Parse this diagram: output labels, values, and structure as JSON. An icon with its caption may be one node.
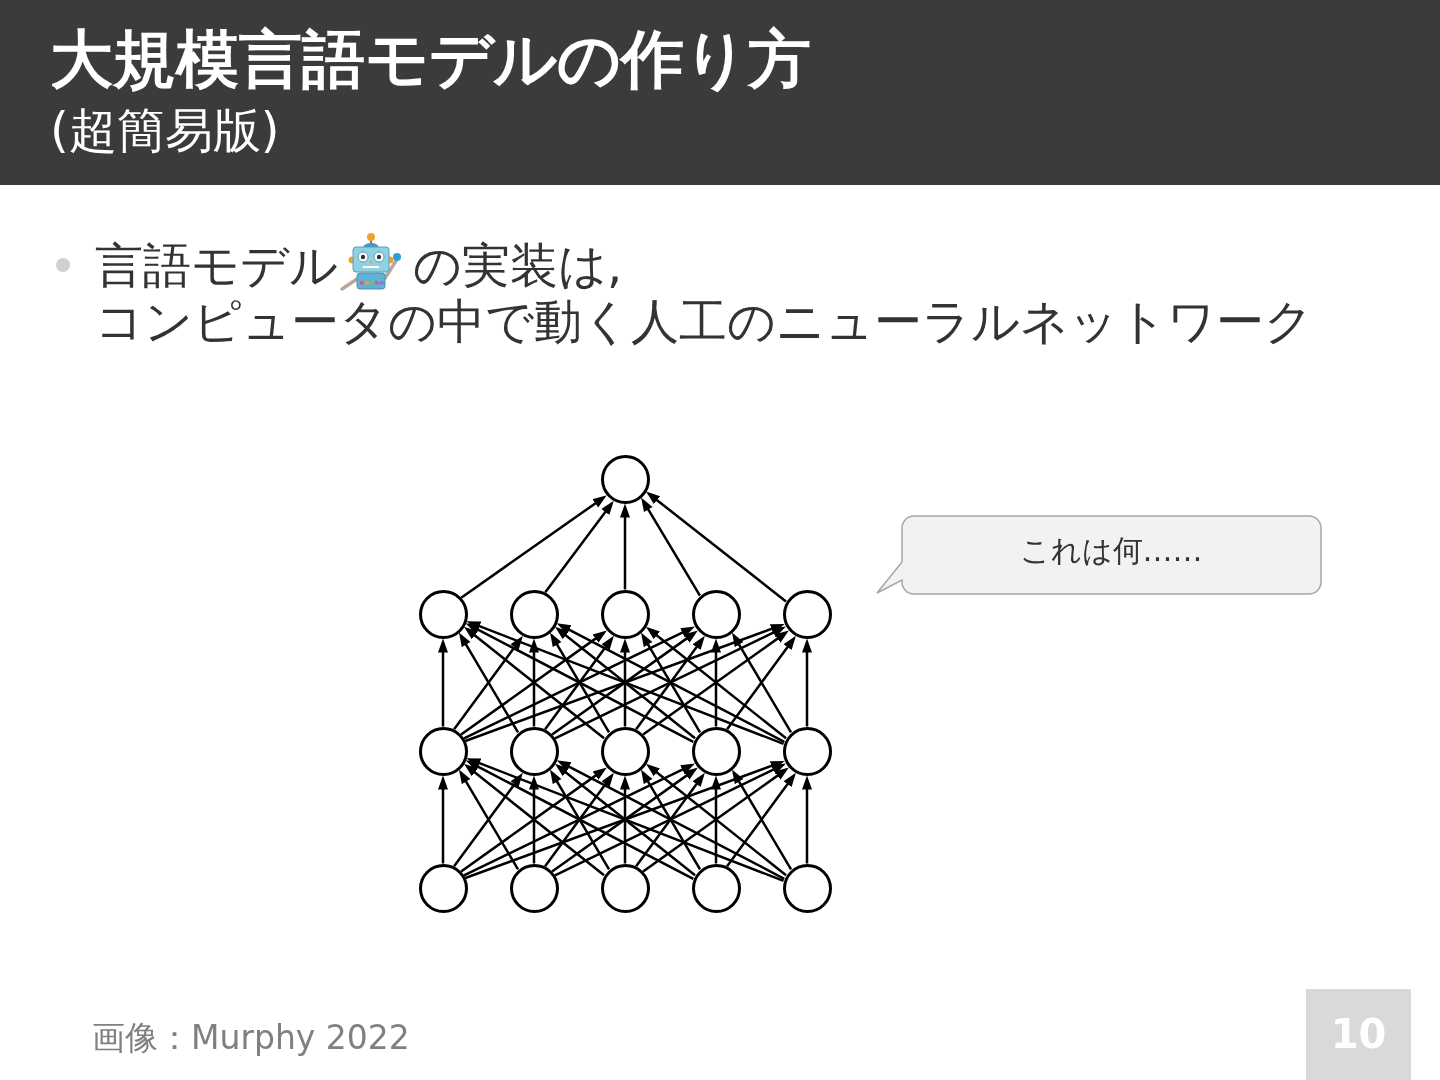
{
  "diagram": {
    "title": "大規模言語モデルの作り方",
    "nodes": [
      {
        "text": [],
        "shape": "circle"
      },
      {
        "text": [],
        "shape": "circle"
      },
      {
        "text": [],
        "shape": "circle"
      },
      {
        "text": [],
        "shape": "circle"
      },
      {
        "text": [],
        "shape": "circle"
      },
      {
        "text": [],
        "shape": "circle"
      },
      {
        "text": [],
        "shape": "circle"
      },
      {
        "text": [],
        "shape": "circle"
      },
      {
        "text": [],
        "shape": "circle"
      },
      {
        "text": [],
        "shape": "circle"
      },
      {
        "text": [],
        "shape": "circle"
      },
      {
        "text": [],
        "shape": "circle"
      },
      {
        "text": [],
        "shape": "circle"
      },
      {
        "text": [],
        "shape": "circle"
      },
      {
        "text": [],
        "shape": "circle"
      },
      {
        "text": [],
        "shape": "circle"
      },
      {
        "text": [
          "これは何……"
        ]
      }
    ],
    "edges": [
      {
        "from": 11,
        "to": 6,
        "arrow": "to"
      },
      {
        "from": 11,
        "to": 7,
        "arrow": "to"
      },
      {
        "from": 11,
        "to": 8,
        "arrow": "to"
      },
      {
        "from": 11,
        "to": 9,
        "arrow": "to"
      },
      {
        "from": 11,
        "to": 10,
        "arrow": "to"
      },
      {
        "from": 12,
        "to": 6,
        "arrow": "to"
      },
      {
        "from": 12,
        "to": 7,
        "arrow": "to"
      },
      {
        "from": 12,
        "to": 8,
        "arrow": "to"
      },
      {
        "from": 12,
        "to": 9,
        "arrow": "to"
      },
      {
        "from": 12,
        "to": 10,
        "arrow": "to"
      },
      {
        "from": 13,
        "to": 6,
        "arrow": "to"
      },
      {
        "from": 13,
        "to": 7,
        "arrow": "to"
      },
      {
        "from": 13,
        "to": 8,
        "arrow": "to"
      },
      {
        "from": 13,
        "to": 9,
        "arrow": "to"
      },
      {
        "from": 13,
        "to": 10,
        "arrow": "to"
      },
      {
        "from": 14,
        "to": 6,
        "arrow": "to"
      },
      {
        "from": 14,
        "to": 7,
        "arrow": "to"
      },
      {
        "from": 14,
        "to": 8,
        "arrow": "to"
      },
      {
        "from": 14,
        "to": 9,
        "arrow": "to"
      },
      {
        "from": 14,
        "to": 10,
        "arrow": "to"
      },
      {
        "from": 15,
        "to": 6,
        "arrow": "to"
      },
      {
        "from": 15,
        "to": 7,
        "arrow": "to"
      },
      {
        "from": 15,
        "to": 8,
        "arrow": "to"
      },
      {
        "from": 15,
        "to": 9,
        "arrow": "to"
      },
      {
        "from": 15,
        "to": 10,
        "arrow": "to"
      },
      {
        "from": 6,
        "to": 1,
        "arrow": "to"
      },
      {
        "from": 6,
        "to": 2,
        "arrow": "to"
      },
      {
        "from": 6,
        "to": 3,
        "arrow": "to"
      },
      {
        "from": 6,
        "to": 4,
        "arrow": "to"
      },
      {
        "from": 6,
        "to": 5,
        "arrow": "to"
      },
      {
        "from": 7,
        "to": 1,
        "arrow": "to"
      },
      {
        "from": 7,
        "to": 2,
        "arrow": "to"
      },
      {
        "from": 7,
        "to": 3,
        "arrow": "to"
      },
      {
        "from": 7,
        "to": 4,
        "arrow": "to"
      },
      {
        "from": 7,
        "to": 5,
        "arrow": "to"
      },
      {
        "from": 8,
        "to": 1,
        "arrow": "to"
      },
      {
        "from": 8,
        "to": 2,
        "arrow": "to"
      },
      {
        "from": 8,
        "to": 3,
        "arrow": "to"
      },
      {
        "from": 8,
        "to": 4,
        "arrow": "to"
      },
      {
        "from": 8,
        "to": 5,
        "arrow": "to"
      },
      {
        "from": 9,
        "to": 1,
        "arrow": "to"
      },
      {
        "from": 9,
        "to": 2,
        "arrow": "to"
      },
      {
        "from": 9,
        "to": 3,
        "arrow": "to"
      },
      {
        "from": 9,
        "to": 4,
        "arrow": "to"
      },
      {
        "from": 9,
        "to": 5,
        "arrow": "to"
      },
      {
        "from": 10,
        "to": 1,
        "arrow": "to"
      },
      {
        "from": 10,
        "to": 2,
        "arrow": "to"
      },
      {
        "from": 10,
        "to": 3,
        "arrow": "to"
      },
      {
        "from": 10,
        "to": 4,
        "arrow": "to"
      },
      {
        "from": 10,
        "to": 5,
        "arrow": "to"
      },
      {
        "from": 1,
        "to": 0,
        "arrow": "to"
      },
      {
        "from": 2,
        "to": 0,
        "arrow": "to"
      },
      {
        "from": 3,
        "to": 0,
        "arrow": "to"
      },
      {
        "from": 4,
        "to": 0,
        "arrow": "to"
      },
      {
        "from": 5,
        "to": 0,
        "arrow": "to"
      }
    ],
    "labels": [
      "(超簡易版)",
      "言語モデル",
      "の実装は,",
      "コンピュータの中で動く人工のニューラルネットワーク",
      "画像：Murphy 2022",
      "10"
    ]
  }
}
